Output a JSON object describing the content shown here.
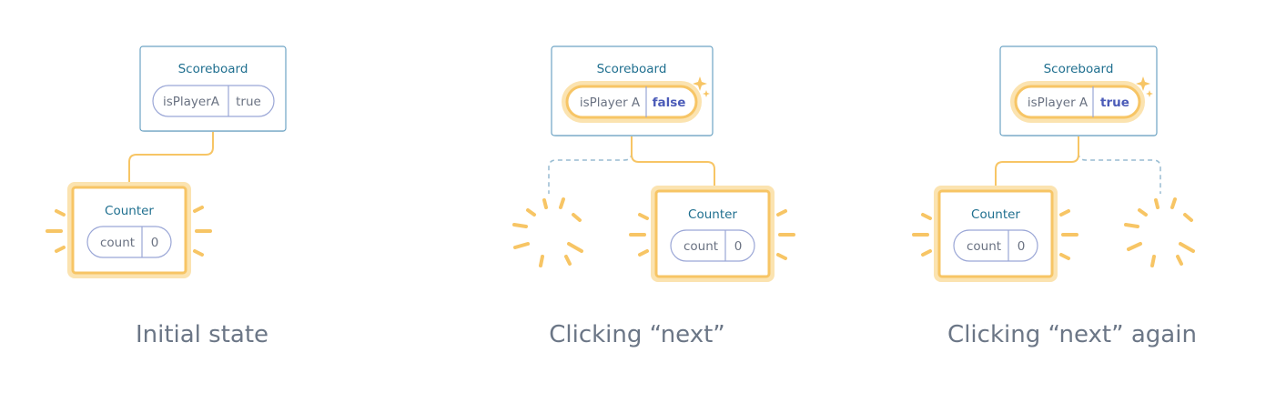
{
  "colors": {
    "box_border": "#6da4c4",
    "box_shadow": "#cfdde7",
    "pill_border": "#9aa6d6",
    "highlight": "#f7c565",
    "highlight_glow": "#fbe3b0",
    "dashed": "#98bcd2",
    "connector": "#f7c565",
    "caption": "#6b7686",
    "title": "#1f6f8f"
  },
  "panels": [
    {
      "caption": "Initial state",
      "scoreboard": {
        "title": "Scoreboard",
        "state_name": "isPlayerA",
        "state_value": "true",
        "highlighted": false
      },
      "counter": {
        "title": "Counter",
        "state_name": "count",
        "state_value": "0"
      }
    },
    {
      "caption": "Clicking “next”",
      "scoreboard": {
        "title": "Scoreboard",
        "state_name": "isPlayer A",
        "state_value": "false",
        "highlighted": true
      },
      "counter": {
        "title": "Counter",
        "state_name": "count",
        "state_value": "0"
      }
    },
    {
      "caption": "Clicking “next” again",
      "scoreboard": {
        "title": "Scoreboard",
        "state_name": "isPlayer A",
        "state_value": "true",
        "highlighted": true
      },
      "counter": {
        "title": "Counter",
        "state_name": "count",
        "state_value": "0"
      }
    }
  ]
}
